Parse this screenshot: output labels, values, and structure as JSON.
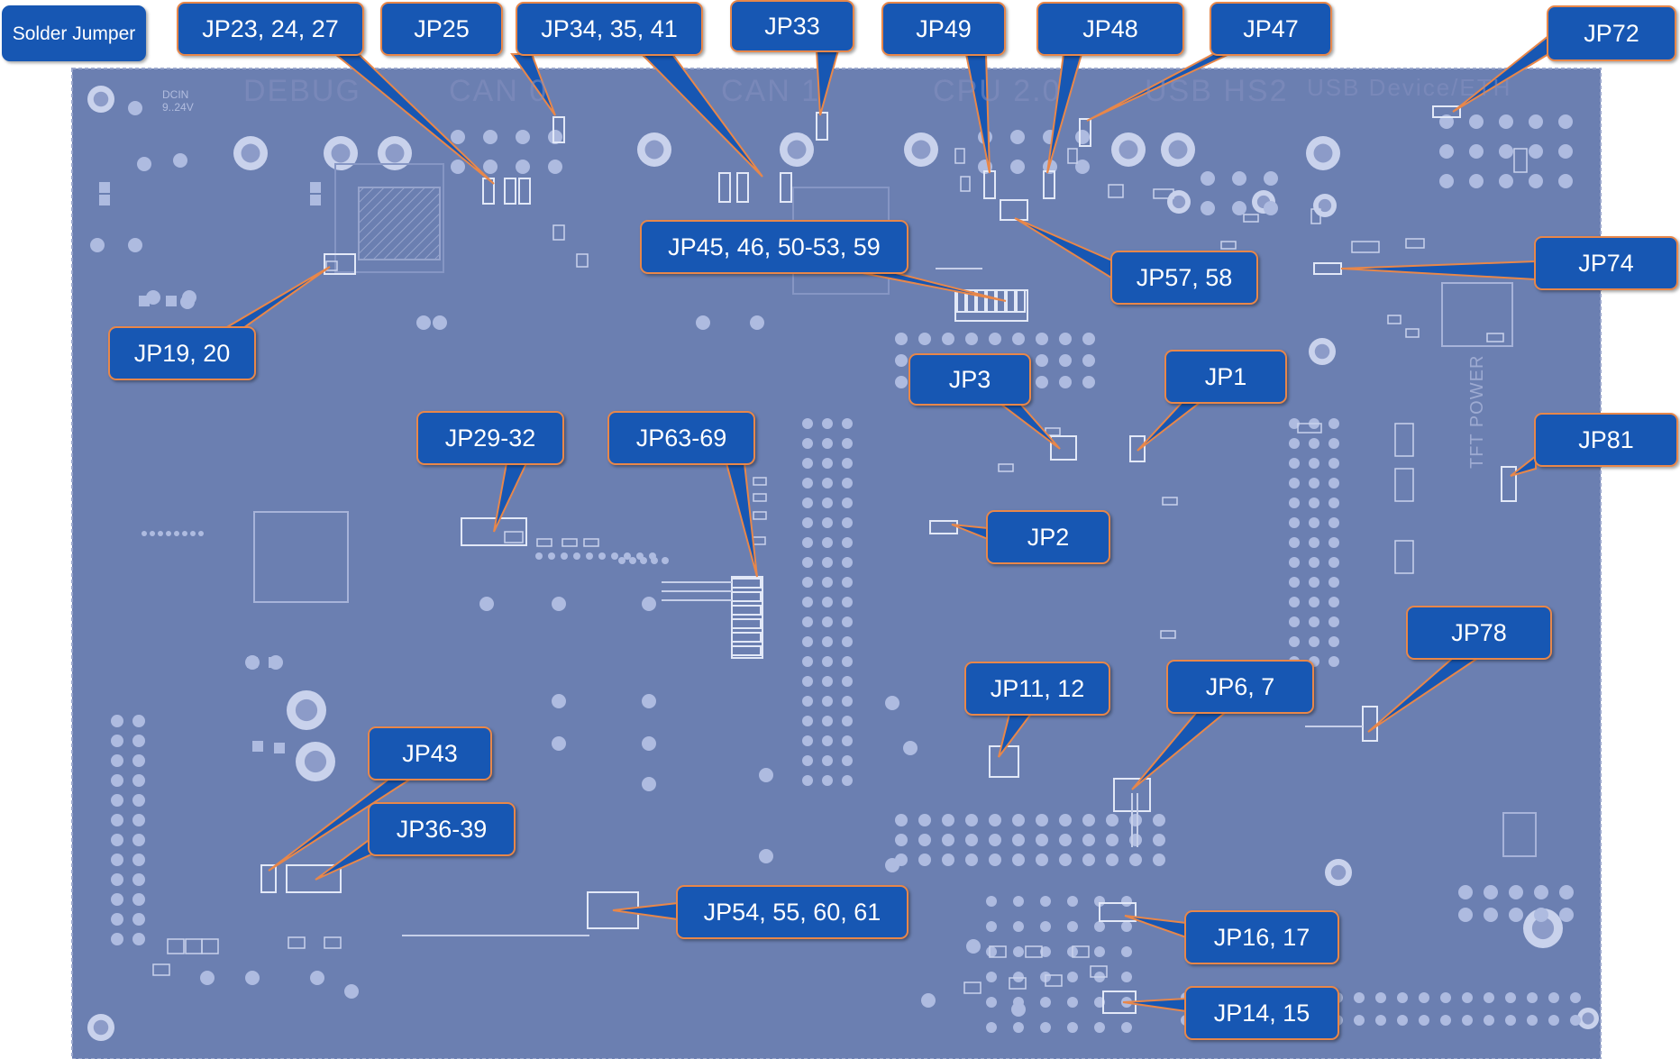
{
  "legend": {
    "label": "Solder Jumper"
  },
  "callouts": {
    "jp23_24_27": "JP23, 24, 27",
    "jp25": "JP25",
    "jp34_35_41": "JP34, 35, 41",
    "jp33": "JP33",
    "jp49": "JP49",
    "jp48": "JP48",
    "jp47": "JP47",
    "jp72": "JP72",
    "jp45_group": "JP45, 46, 50-53, 59",
    "jp57_58": "JP57, 58",
    "jp74": "JP74",
    "jp19_20": "JP19, 20",
    "jp3": "JP3",
    "jp1": "JP1",
    "jp29_32": "JP29-32",
    "jp63_69": "JP63-69",
    "jp81": "JP81",
    "jp2": "JP2",
    "jp78": "JP78",
    "jp11_12": "JP11, 12",
    "jp6_7": "JP6, 7",
    "jp43": "JP43",
    "jp36_39": "JP36-39",
    "jp54_group": "JP54, 55, 60, 61",
    "jp16_17": "JP16, 17",
    "jp14_15": "JP14, 15"
  },
  "silkscreen": {
    "top_labels": [
      "DEBUG",
      "CAN 0",
      "CAN 1",
      "CPU 2.0",
      "USB HS2",
      "USB Device/ETH"
    ],
    "dcin": "DCIN",
    "dcin_range": "9..24V",
    "tft_power": "TFT POWER"
  },
  "colors": {
    "board": "#6b7fb1",
    "board_border": "#9aa6cc",
    "callout_fill": "#1757b3",
    "callout_border": "#e8874a",
    "callout_text": "#ffffff",
    "pad": "#aebbe0",
    "pad_light": "#c9d2ec"
  }
}
